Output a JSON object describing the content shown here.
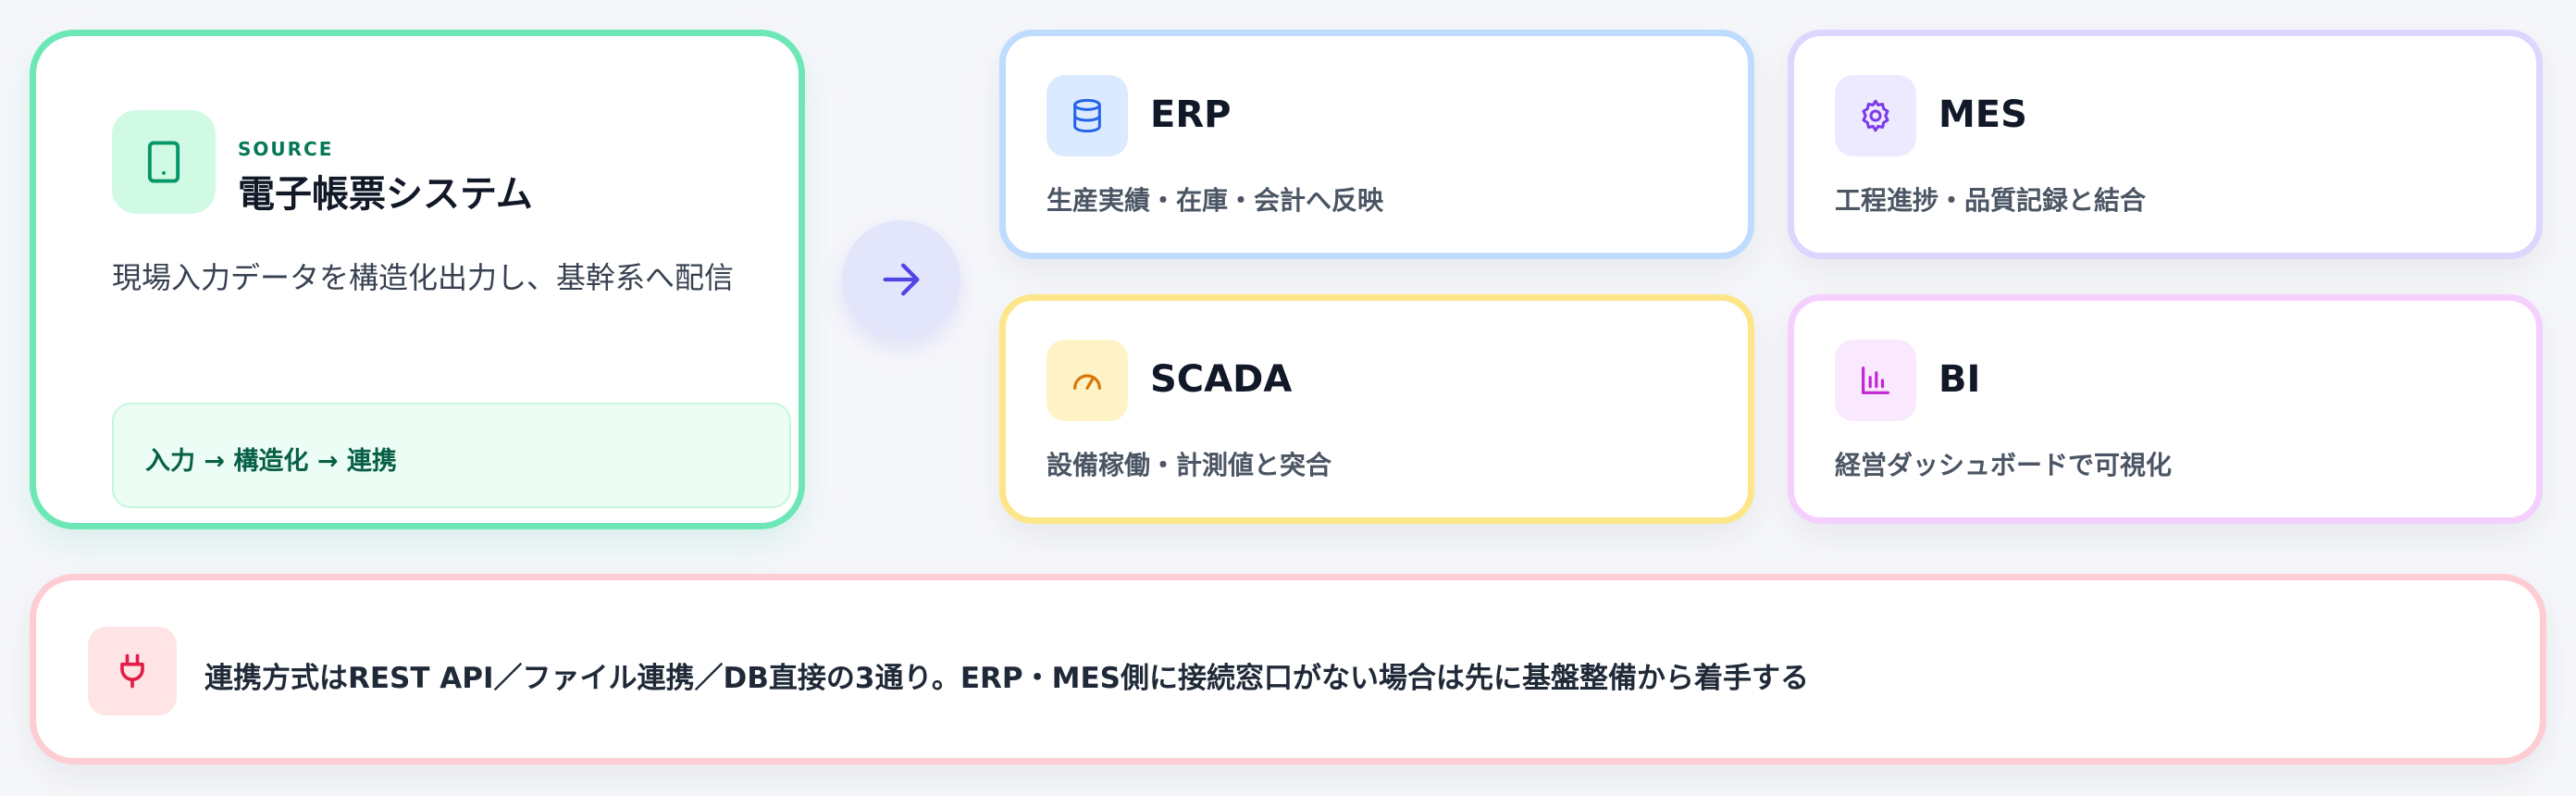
{
  "source": {
    "tag": "SOURCE",
    "title": "電子帳票システム",
    "description": "現場入力データを構造化出力し、基幹系へ配信",
    "flow": "入力 → 構造化 → 連携",
    "icon": "tablet-icon",
    "accent": "#6ee7b7"
  },
  "arrow": {
    "icon": "arrow-right-icon",
    "color": "#4f46e5"
  },
  "targets": [
    {
      "title": "ERP",
      "description": "生産実績・在庫・会計へ反映",
      "icon": "database-icon",
      "accent": "#bfdbfe",
      "icon_color": "#2563eb"
    },
    {
      "title": "MES",
      "description": "工程進捗・品質記録と結合",
      "icon": "gear-icon",
      "accent": "#ddd6fe",
      "icon_color": "#7c3aed"
    },
    {
      "title": "SCADA",
      "description": "設備稼働・計測値と突合",
      "icon": "gauge-icon",
      "accent": "#fde68a",
      "icon_color": "#d97706"
    },
    {
      "title": "BI",
      "description": "経営ダッシュボードで可視化",
      "icon": "bar-chart-icon",
      "accent": "#f5d0fe",
      "icon_color": "#c026d3"
    }
  ],
  "note": {
    "text": "連携方式はREST API／ファイル連携／DB直接の3通り。ERP・MES側に接続窓口がない場合は先に基盤整備から着手する",
    "icon": "plug-icon",
    "accent": "#fecdd3"
  }
}
